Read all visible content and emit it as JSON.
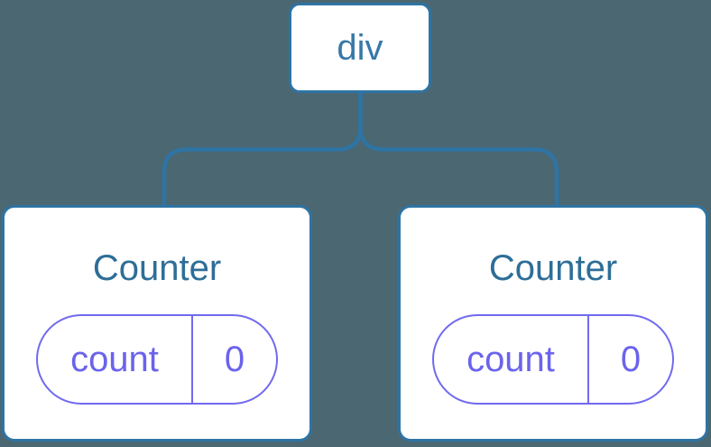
{
  "colors": {
    "background": "#4B6772",
    "node_border": "#2E74A4",
    "node_fill": "#FFFFFF",
    "root_label": "#3779A8",
    "component_label": "#2D6E98",
    "state_accent": "#716AEF",
    "state_text": "#6B63EC"
  },
  "tree": {
    "root": {
      "label": "div"
    },
    "children": [
      {
        "label": "Counter",
        "state": {
          "key": "count",
          "value": "0"
        }
      },
      {
        "label": "Counter",
        "state": {
          "key": "count",
          "value": "0"
        }
      }
    ]
  }
}
